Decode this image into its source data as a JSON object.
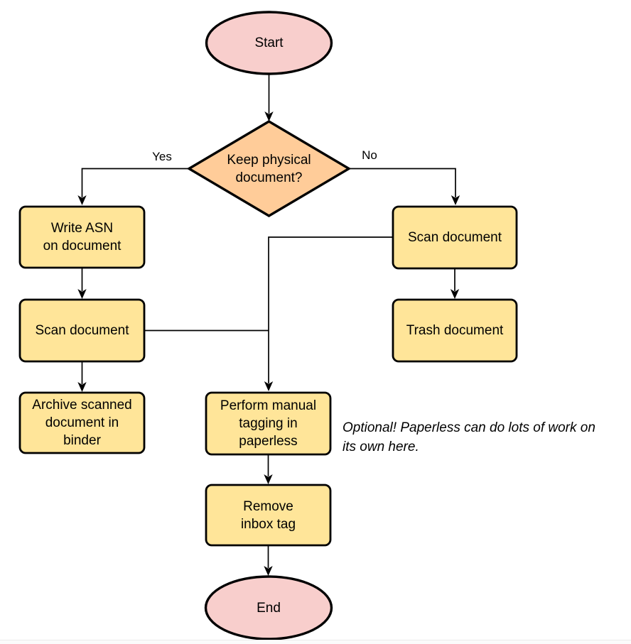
{
  "diagram": {
    "nodes": {
      "start": {
        "label": "Start",
        "shape": "terminator"
      },
      "decision": {
        "label": "Keep physical\ndocument?",
        "shape": "decision"
      },
      "write_asn": {
        "label": "Write ASN\non document",
        "shape": "process"
      },
      "scan_left": {
        "label": "Scan document",
        "shape": "process"
      },
      "archive": {
        "label": "Archive scanned\ndocument in\nbinder",
        "shape": "process"
      },
      "scan_right": {
        "label": "Scan document",
        "shape": "process"
      },
      "trash": {
        "label": "Trash document",
        "shape": "process"
      },
      "tagging": {
        "label": "Perform manual\ntagging in\npaperless",
        "shape": "process"
      },
      "remove_inbox": {
        "label": "Remove\ninbox tag",
        "shape": "process"
      },
      "end": {
        "label": "End",
        "shape": "terminator"
      }
    },
    "edge_labels": {
      "yes": "Yes",
      "no": "No"
    },
    "annotation": "Optional! Paperless can do lots of work on\nits own here.",
    "colors": {
      "terminator_fill": "#f8cecc",
      "decision_fill": "#ffcc99",
      "process_fill": "#ffe599",
      "stroke": "#000000"
    }
  }
}
